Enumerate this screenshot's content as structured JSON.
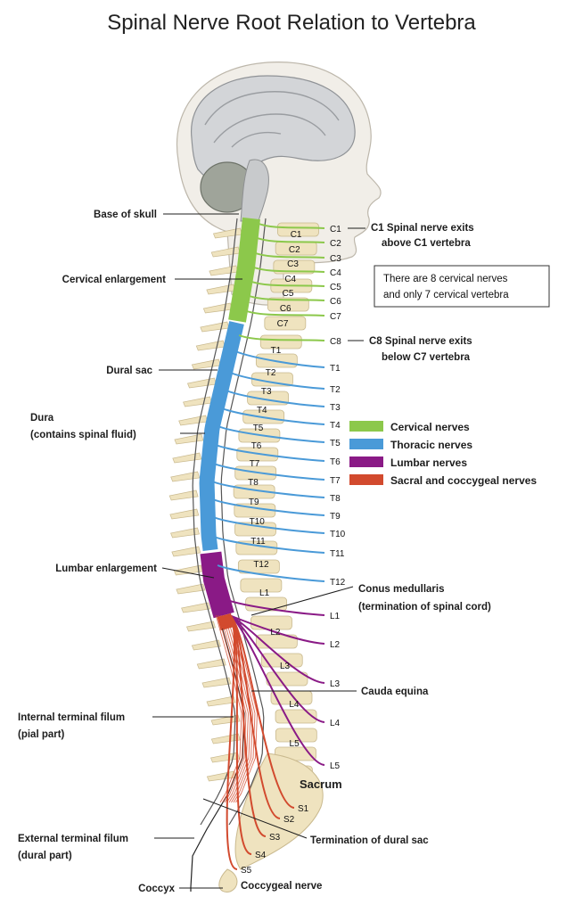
{
  "title": "Spinal Nerve Root Relation to Vertebra",
  "colors": {
    "cervical": "#8cc84b",
    "thoracic": "#4a9ad8",
    "lumbar": "#8a1a86",
    "sacral": "#d24a2e",
    "bone": "#efe3bf",
    "skin": "#f0eee8",
    "brain": "#d4d6d8"
  },
  "left_labels": {
    "base_of_skull": "Base of skull",
    "cervical_enlargement": "Cervical enlargement",
    "dural_sac": "Dural sac",
    "dura_line1": "Dura",
    "dura_line2": "(contains spinal fluid)",
    "lumbar_enlargement": "Lumbar enlargement",
    "internal_filum_line1": "Internal terminal filum",
    "internal_filum_line2": "(pial part)",
    "external_filum_line1": "External terminal filum",
    "external_filum_line2": "(dural part)",
    "coccyx": "Coccyx"
  },
  "right_labels": {
    "c1_note_line1": "C1 Spinal nerve exits",
    "c1_note_line2": "above C1 vertebra",
    "cervical_box_line1": "There are 8 cervical nerves",
    "cervical_box_line2": "and only 7 cervical vertebra",
    "c8_note_line1": "C8 Spinal nerve exits",
    "c8_note_line2": "below C7 vertebra",
    "conus_line1": "Conus medullaris",
    "conus_line2": "(termination of spinal cord)",
    "cauda_equina": "Cauda equina",
    "sacrum": "Sacrum",
    "termination_dural_sac": "Termination of dural sac",
    "coccygeal_nerve": "Coccygeal nerve"
  },
  "legend": [
    {
      "label": "Cervical nerves",
      "color": "#8cc84b"
    },
    {
      "label": "Thoracic nerves",
      "color": "#4a9ad8"
    },
    {
      "label": "Lumbar nerves",
      "color": "#8a1a86"
    },
    {
      "label": "Sacral and coccygeal nerves",
      "color": "#d24a2e"
    }
  ],
  "vertebra_labels": [
    "C1",
    "C2",
    "C3",
    "C4",
    "C5",
    "C6",
    "C7",
    "T1",
    "T2",
    "T3",
    "T4",
    "T5",
    "T6",
    "T7",
    "T8",
    "T9",
    "T10",
    "T11",
    "T12",
    "L1",
    "L2",
    "L3",
    "L4",
    "L5"
  ],
  "nerve_labels": [
    "C1",
    "C2",
    "C3",
    "C4",
    "C5",
    "C6",
    "C7",
    "C8",
    "T1",
    "T2",
    "T3",
    "T4",
    "T5",
    "T6",
    "T7",
    "T8",
    "T9",
    "T10",
    "T11",
    "T12",
    "L1",
    "L2",
    "L3",
    "L4",
    "L5",
    "S1",
    "S2",
    "S3",
    "S4",
    "S5"
  ]
}
